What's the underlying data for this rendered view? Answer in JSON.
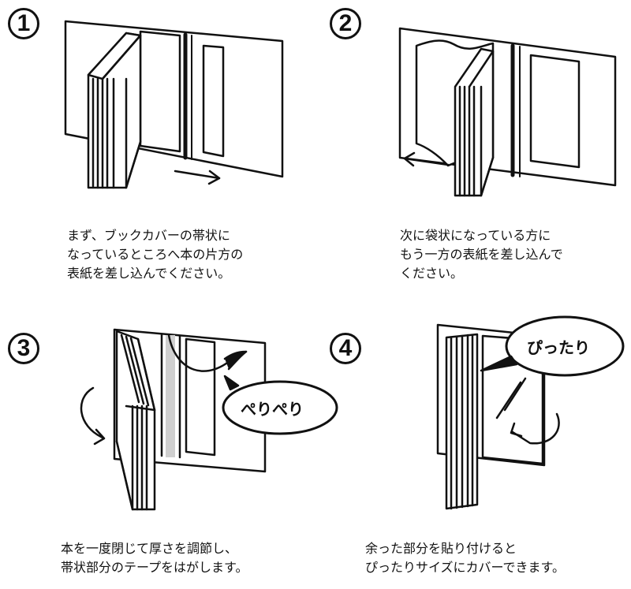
{
  "steps": [
    {
      "number": "1",
      "caption": "まず、ブックカバーの帯状に\nなっているところへ本の片方の\n表紙を差し込んでください。"
    },
    {
      "number": "2",
      "caption": "次に袋状になっている方に\nもう一方の表紙を差し込んで\nください。"
    },
    {
      "number": "3",
      "caption": "本を一度閉じて厚さを調節し、\n帯状部分のテープをはがします。",
      "bubble": "ぺりぺり"
    },
    {
      "number": "4",
      "caption": "余った部分を貼り付けると\nぴったりサイズにカバーできます。",
      "bubble": "ぴったり"
    }
  ]
}
